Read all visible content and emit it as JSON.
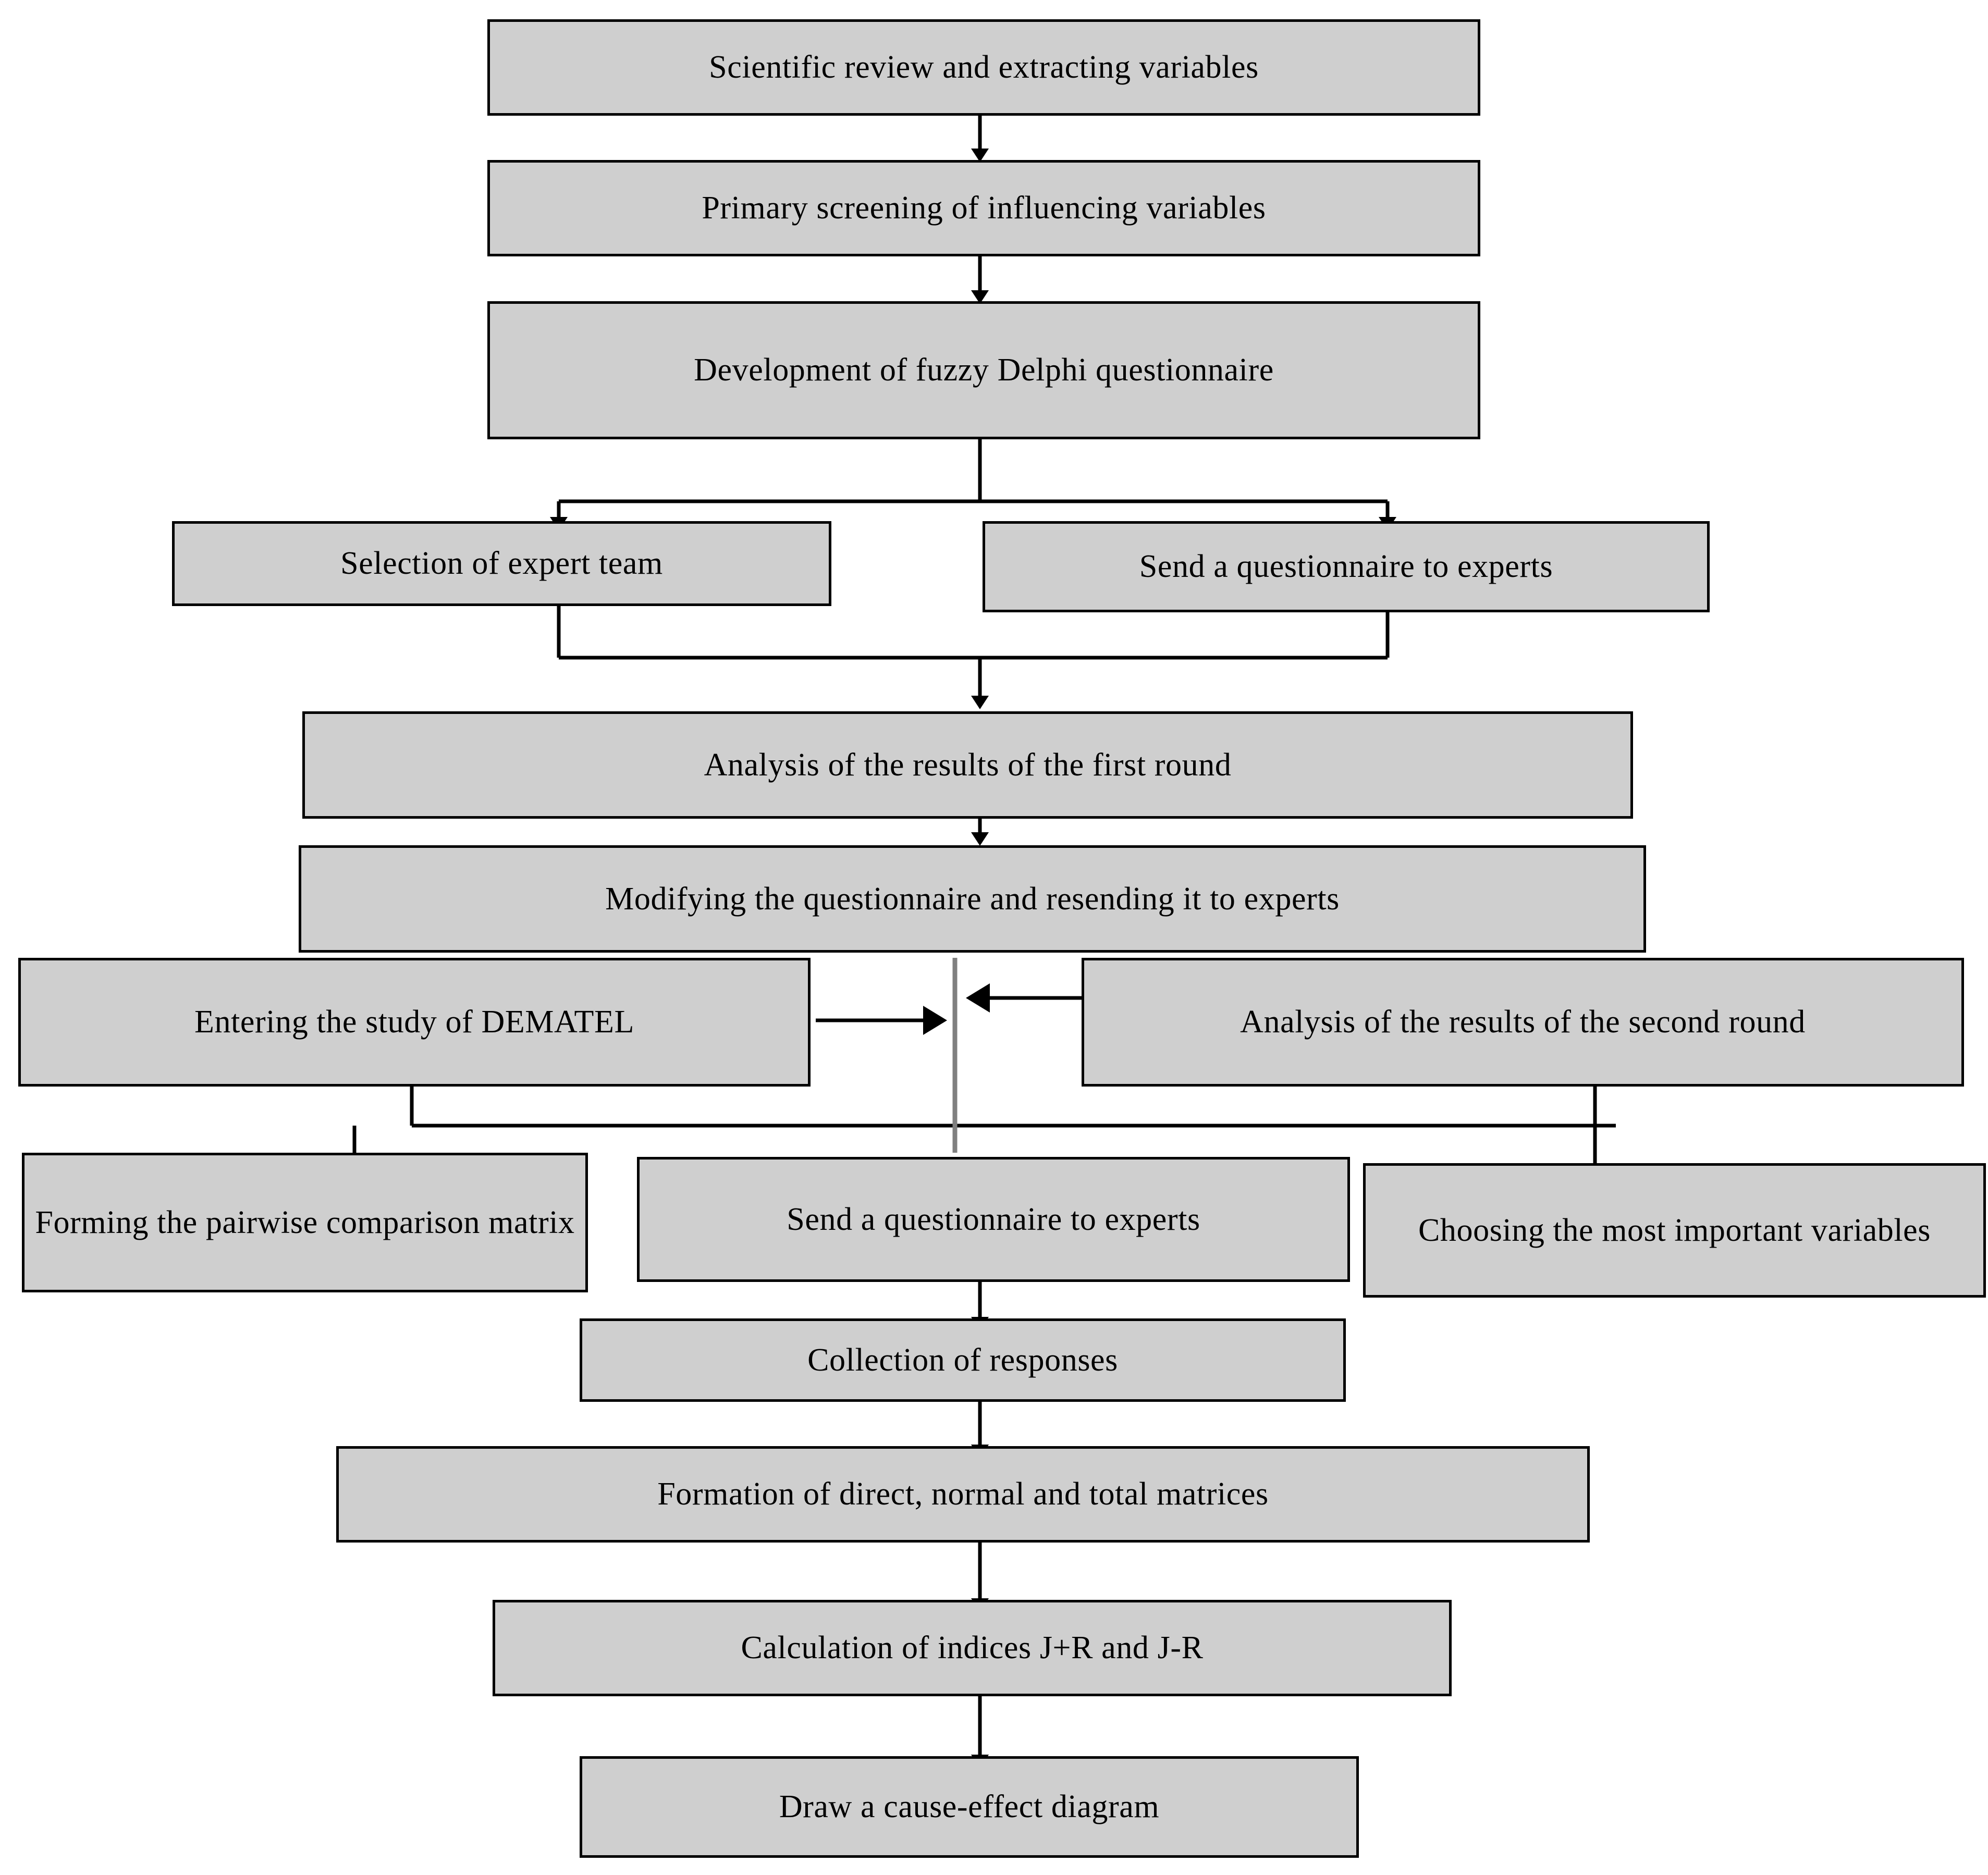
{
  "diagram": {
    "title": "Fuzzy Delphi and DEMATEL research methodology flowchart",
    "type": "flowchart",
    "colors": {
      "node_fill": "#cfcfcf",
      "node_border": "#000000",
      "connector": "#000000",
      "connector_gray": "#808080",
      "background": "#ffffff"
    }
  },
  "nodes": [
    {
      "id": "n1",
      "label": "Scientific review and extracting variables"
    },
    {
      "id": "n2",
      "label": "Primary screening of influencing variables"
    },
    {
      "id": "n3",
      "label": "Development of fuzzy Delphi questionnaire"
    },
    {
      "id": "n4",
      "label": "Selection of expert team"
    },
    {
      "id": "n5",
      "label": "Send a questionnaire to experts"
    },
    {
      "id": "n6",
      "label": "Analysis of the results of the first round"
    },
    {
      "id": "n7",
      "label": "Modifying the questionnaire and resending it to experts"
    },
    {
      "id": "n8",
      "label": "Entering the study of DEMATEL"
    },
    {
      "id": "n9",
      "label": "Analysis of the results of the second round"
    },
    {
      "id": "n10",
      "label": "Forming the pairwise comparison matrix"
    },
    {
      "id": "n11",
      "label": "Send a questionnaire to experts"
    },
    {
      "id": "n12",
      "label": "Choosing the most important variables"
    },
    {
      "id": "n13",
      "label": "Collection of responses"
    },
    {
      "id": "n14",
      "label": "Formation of direct, normal and total matrices"
    },
    {
      "id": "n15",
      "label": "Calculation of indices J+R and J-R"
    },
    {
      "id": "n16",
      "label": "Draw a cause-effect diagram"
    }
  ],
  "edges": [
    {
      "from": "n1",
      "to": "n2",
      "kind": "arrow-down"
    },
    {
      "from": "n2",
      "to": "n3",
      "kind": "arrow-down"
    },
    {
      "from": "n3",
      "to": "n4",
      "kind": "split-arrow-down-left"
    },
    {
      "from": "n3",
      "to": "n5",
      "kind": "split-arrow-down-right"
    },
    {
      "from": "n4",
      "to": "n6",
      "kind": "merge-arrow-down"
    },
    {
      "from": "n5",
      "to": "n6",
      "kind": "merge-arrow-down"
    },
    {
      "from": "n6",
      "to": "n7",
      "kind": "arrow-down"
    },
    {
      "from": "n8",
      "to": "n7",
      "kind": "arrow-right"
    },
    {
      "from": "n9",
      "to": "n7",
      "kind": "arrow-left"
    },
    {
      "from": "n8",
      "to": "n10",
      "kind": "line-down"
    },
    {
      "from": "n9",
      "to": "n12",
      "kind": "line-down"
    },
    {
      "from": "n7",
      "to": "n11",
      "kind": "line-down-gray"
    },
    {
      "from": "n11",
      "to": "n13",
      "kind": "arrow-down"
    },
    {
      "from": "n13",
      "to": "n14",
      "kind": "arrow-down"
    },
    {
      "from": "n14",
      "to": "n15",
      "kind": "arrow-down"
    },
    {
      "from": "n15",
      "to": "n16",
      "kind": "arrow-down"
    }
  ]
}
